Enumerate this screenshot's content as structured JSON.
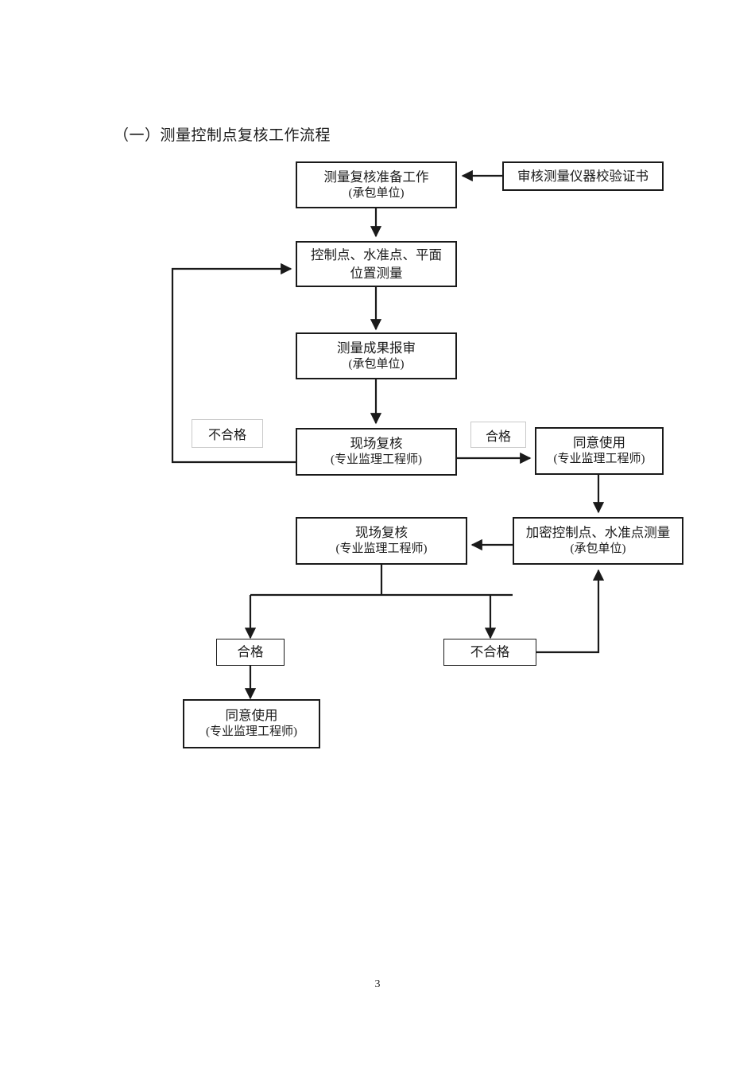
{
  "document": {
    "title": "（一）测量控制点复核工作流程",
    "page_number": "3"
  },
  "flowchart": {
    "type": "flowchart",
    "nodes": [
      {
        "id": "prep",
        "line1": "测量复核准备工作",
        "line2": "(承包单位)"
      },
      {
        "id": "measure",
        "line1": "控制点、水准点、平面",
        "line2": "位置测量"
      },
      {
        "id": "cert-review",
        "line1": "审核测量仪器校验证书",
        "line2": ""
      },
      {
        "id": "result-report",
        "line1": "测量成果报审",
        "line2": "(承包单位)"
      },
      {
        "id": "site-recheck-1",
        "line1": "现场复核",
        "line2": "(专业监理工程师)"
      },
      {
        "id": "approve-use-1",
        "line1": "同意使用",
        "line2": "(专业监理工程师)"
      },
      {
        "id": "site-recheck-2",
        "line1": "现场复核",
        "line2": "(专业监理工程师)"
      },
      {
        "id": "densify",
        "line1": "加密控制点、水准点测量",
        "line2": "(承包单位)"
      },
      {
        "id": "pass-box",
        "line1": "合格",
        "line2": ""
      },
      {
        "id": "fail-box",
        "line1": "不合格",
        "line2": ""
      },
      {
        "id": "approve-use-2",
        "line1": "同意使用",
        "line2": "(专业监理工程师)"
      }
    ],
    "tags": [
      {
        "id": "fail-tag",
        "label": "不合格"
      },
      {
        "id": "pass-tag",
        "label": "合格"
      }
    ],
    "edges": [
      {
        "from": "cert-review",
        "to": "prep",
        "label": ""
      },
      {
        "from": "prep",
        "to": "measure",
        "label": ""
      },
      {
        "from": "measure",
        "to": "result-report",
        "label": ""
      },
      {
        "from": "result-report",
        "to": "site-recheck-1",
        "label": ""
      },
      {
        "from": "site-recheck-1",
        "to": "measure",
        "label": "不合格"
      },
      {
        "from": "site-recheck-1",
        "to": "approve-use-1",
        "label": "合格"
      },
      {
        "from": "approve-use-1",
        "to": "densify",
        "label": ""
      },
      {
        "from": "densify",
        "to": "site-recheck-2",
        "label": ""
      },
      {
        "from": "site-recheck-2",
        "to": "pass-box",
        "label": ""
      },
      {
        "from": "site-recheck-2",
        "to": "fail-box",
        "label": ""
      },
      {
        "from": "pass-box",
        "to": "approve-use-2",
        "label": ""
      },
      {
        "from": "fail-box",
        "to": "densify",
        "label": ""
      }
    ],
    "colors": {
      "node_border": "#1a1a1a",
      "tag_border": "#c9c9c9",
      "connector": "#1a1a1a",
      "background": "#ffffff"
    }
  }
}
